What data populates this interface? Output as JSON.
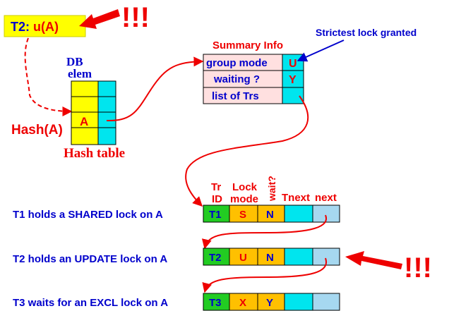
{
  "request": {
    "prefix": "T2: ",
    "op": "u(A)"
  },
  "alarm": "!!!",
  "db_elem_label": [
    "DB",
    "elem"
  ],
  "hash_label": "Hash(A)",
  "hash_cell": "A",
  "hash_table_label": "Hash table",
  "summary": {
    "title": "Summary Info",
    "rows": [
      {
        "label": "group mode",
        "value": "U"
      },
      {
        "label": "waiting ?",
        "value": "Y"
      },
      {
        "label": "list of Trs",
        "value": ""
      }
    ]
  },
  "strictest_label": "Strictest lock granted",
  "lock_headers": {
    "tr_id": [
      "Tr",
      "ID"
    ],
    "mode": [
      "Lock",
      "mode"
    ],
    "wait": "wait?",
    "tnext": "Tnext",
    "next": "next"
  },
  "lock_rows": [
    {
      "description": "T1 holds a SHARED lock on A",
      "tr": "T1",
      "mode": "S",
      "wait": "N"
    },
    {
      "description": "T2 holds an UPDATE lock on A",
      "tr": "T2",
      "mode": "U",
      "wait": "N"
    },
    {
      "description": "T3 waits for an EXCL lock on A",
      "tr": "T3",
      "mode": "X",
      "wait": "Y"
    }
  ],
  "colors": {
    "yellow": "#ffff00",
    "cyan": "#00e5ee",
    "green": "#22cc22",
    "orange": "#ffc000",
    "pink": "#ffe0e0",
    "light_blue": "#a6d8f0",
    "red": "#ee0000",
    "blue": "#0000cc"
  }
}
